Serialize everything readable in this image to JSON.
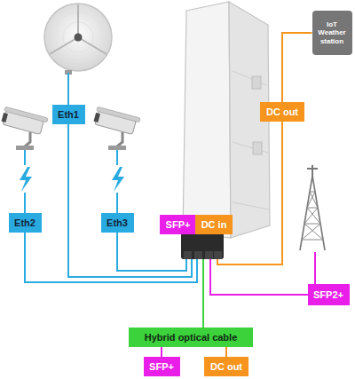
{
  "diagram": {
    "nodes": [
      {
        "text": [
          "IoT Weather station"
        ]
      },
      {
        "text": [
          "Eth1"
        ]
      },
      {
        "text": [
          "DC out"
        ]
      },
      {
        "text": [
          "Eth2"
        ]
      },
      {
        "text": [
          "Eth3"
        ]
      },
      {
        "text": [
          "SFP+"
        ]
      },
      {
        "text": [
          "DC in"
        ]
      },
      {
        "text": [
          "SFP2+"
        ]
      },
      {
        "text": [
          "Hybrid optical cable"
        ]
      },
      {
        "text": [
          "SFP+"
        ]
      },
      {
        "text": [
          "DC out"
        ]
      }
    ],
    "edges": [
      {
        "from": 2,
        "to": 0,
        "arrow": "none"
      },
      {
        "from": 8,
        "to": 9,
        "arrow": "none"
      },
      {
        "from": 8,
        "to": 10,
        "arrow": "none"
      }
    ]
  }
}
